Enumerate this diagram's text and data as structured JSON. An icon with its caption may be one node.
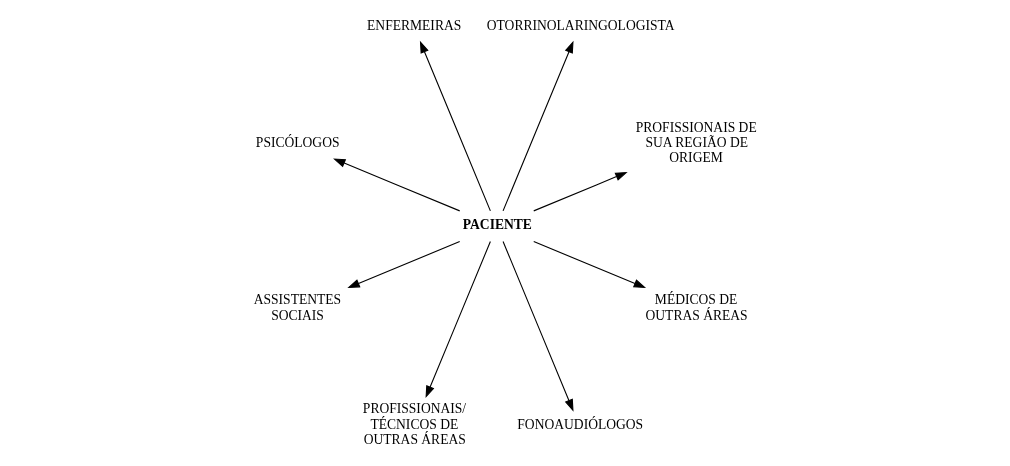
{
  "diagram": {
    "nodes": [
      {
        "text": [
          "PROFISSIONAIS DE SUA REGIÃO DE ORIGEM"
        ]
      },
      {
        "text": [
          "OTORRINOLARINGOLOGISTA"
        ]
      },
      {
        "text": [
          "ENFERMEIRAS"
        ]
      },
      {
        "text": [
          "PSICÓLOGOS"
        ]
      },
      {
        "text": [
          "PACIENTE"
        ]
      },
      {
        "text": [
          "ASSISTENTES SOCIAIS"
        ]
      },
      {
        "text": [
          "PROFISSIONAIS/ TÉCNICOS DE OUTRAS ÁREAS"
        ]
      },
      {
        "text": [
          "FONOAUDIÓLOGOS"
        ]
      },
      {
        "text": [
          "MÉDICOS DE OUTRAS ÁREAS"
        ]
      }
    ],
    "edges": [
      {
        "from": 4,
        "to": 0,
        "arrow": "to"
      },
      {
        "from": 4,
        "to": 1,
        "arrow": "to"
      },
      {
        "from": 4,
        "to": 2,
        "arrow": "to"
      },
      {
        "from": 4,
        "to": 3,
        "arrow": "to"
      },
      {
        "from": 4,
        "to": 5,
        "arrow": "to"
      },
      {
        "from": 4,
        "to": 6,
        "arrow": "to"
      },
      {
        "from": 4,
        "to": 7,
        "arrow": "to"
      },
      {
        "from": 4,
        "to": 8,
        "arrow": "to"
      }
    ]
  }
}
